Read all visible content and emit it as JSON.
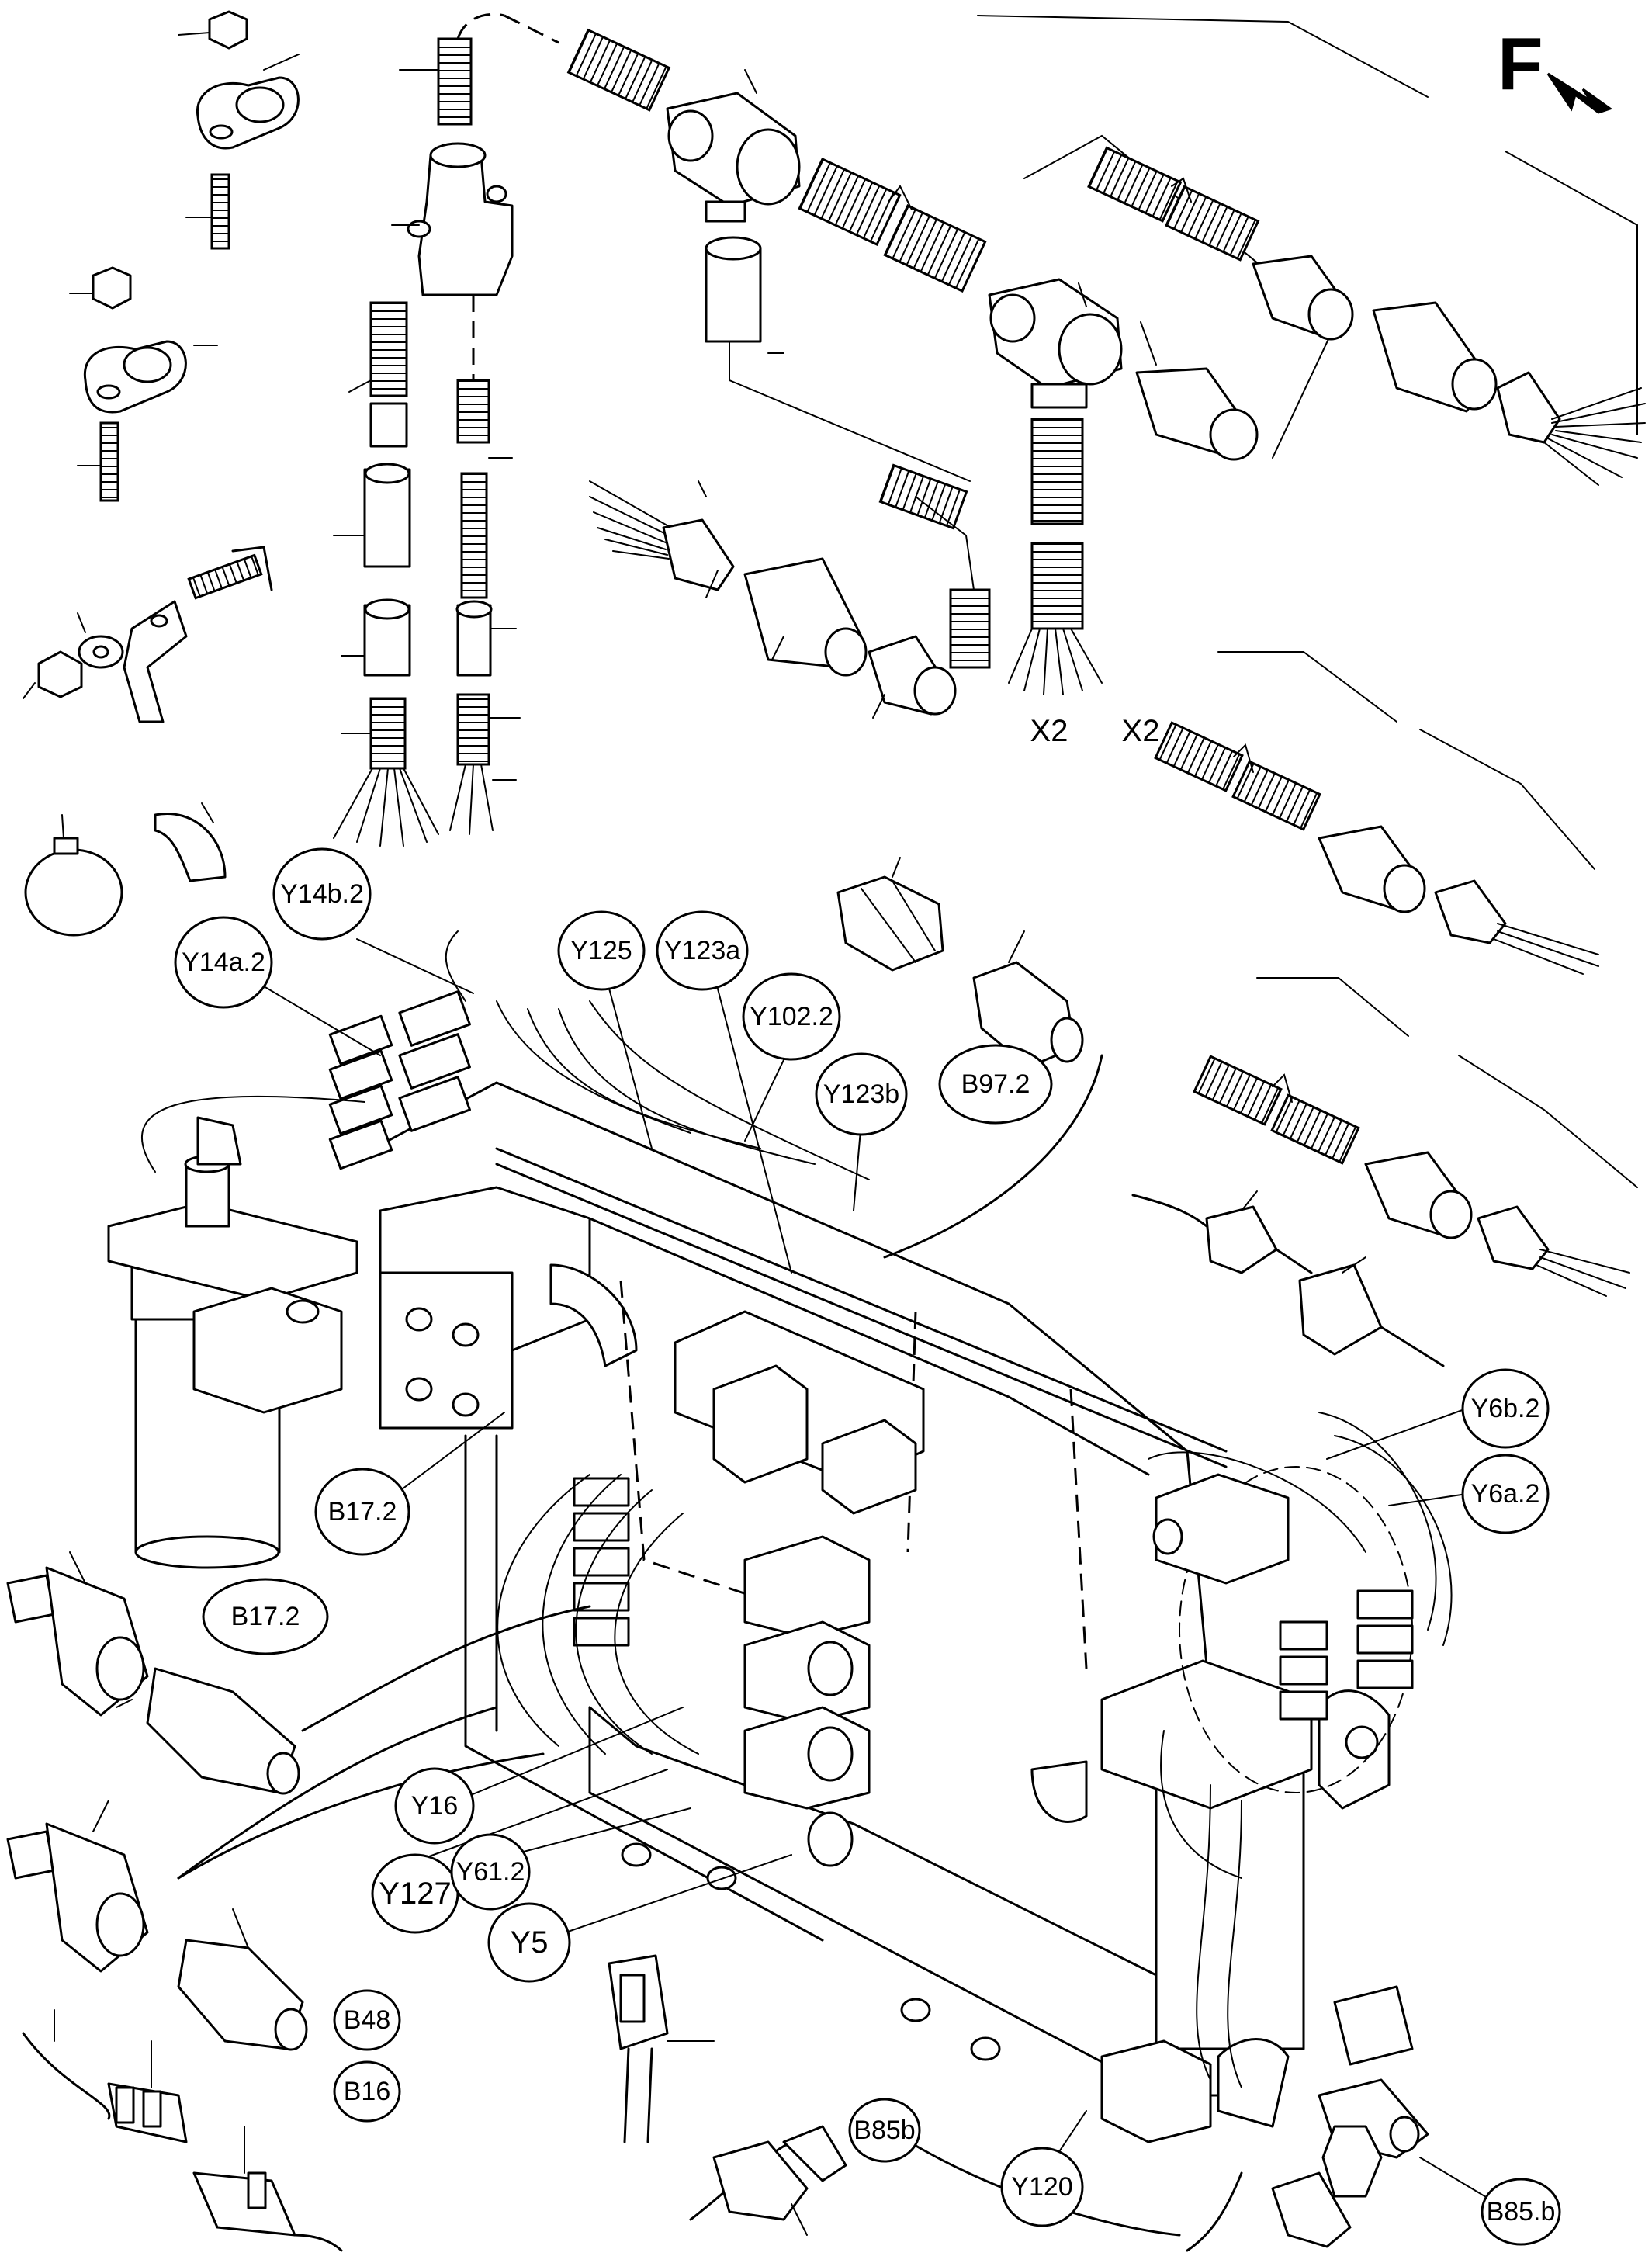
{
  "orientation": {
    "label": "F"
  },
  "plain_labels": [
    {
      "id": "x2-a",
      "text": "X2"
    },
    {
      "id": "x2-b",
      "text": "X2"
    }
  ],
  "callouts": [
    {
      "id": "y14b-2",
      "text": "Y14b.2"
    },
    {
      "id": "y14a-2",
      "text": "Y14a.2"
    },
    {
      "id": "y125",
      "text": "Y125"
    },
    {
      "id": "y123a",
      "text": "Y123a"
    },
    {
      "id": "y102-2",
      "text": "Y102.2"
    },
    {
      "id": "y123b",
      "text": "Y123b"
    },
    {
      "id": "b97-2",
      "text": "B97.2"
    },
    {
      "id": "y6b-2",
      "text": "Y6b.2"
    },
    {
      "id": "y6a-2",
      "text": "Y6a.2"
    },
    {
      "id": "b17-2-a",
      "text": "B17.2"
    },
    {
      "id": "b17-2-b",
      "text": "B17.2"
    },
    {
      "id": "y16",
      "text": "Y16"
    },
    {
      "id": "y127",
      "text": "Y127"
    },
    {
      "id": "y61-2",
      "text": "Y61.2"
    },
    {
      "id": "y5",
      "text": "Y5"
    },
    {
      "id": "b48",
      "text": "B48"
    },
    {
      "id": "b16",
      "text": "B16"
    },
    {
      "id": "b85b-a",
      "text": "B85b"
    },
    {
      "id": "y120",
      "text": "Y120"
    },
    {
      "id": "b85b-b",
      "text": "B85.b"
    }
  ]
}
